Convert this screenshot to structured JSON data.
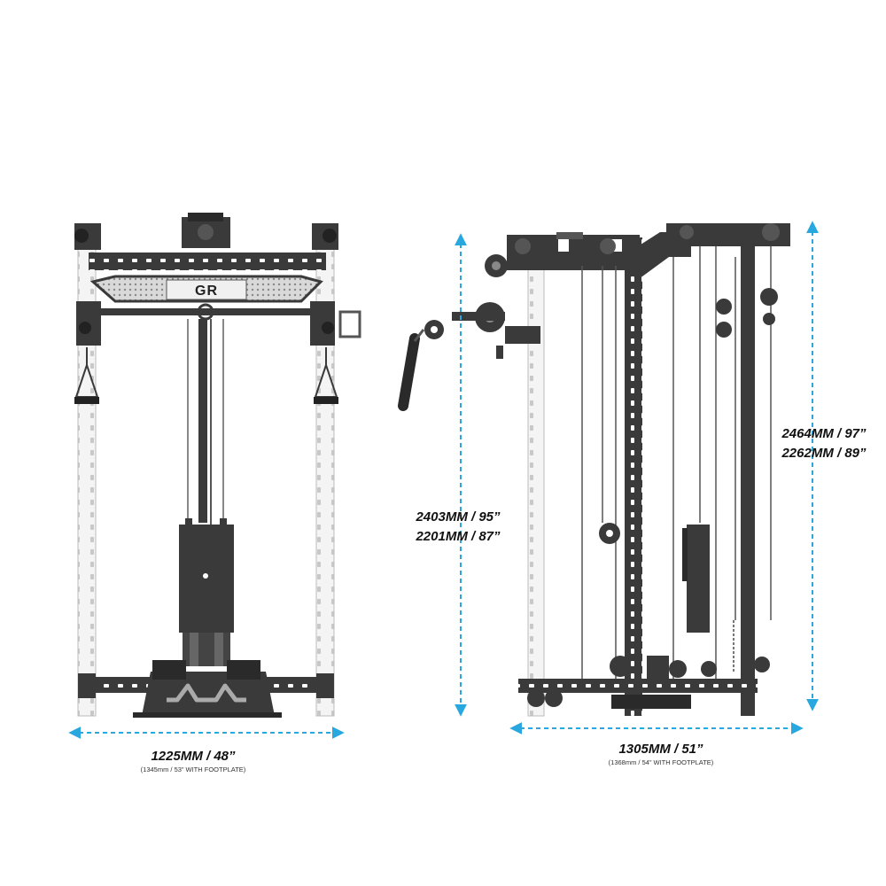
{
  "front_view": {
    "logo": "GR",
    "width_main": "1225MM / 48”",
    "width_sub": "(1345mm / 53” WITH FOOTPLATE)"
  },
  "side_view": {
    "depth_main": "1305MM / 51”",
    "depth_sub": "(1368mm / 54” WITH FOOTPLATE)",
    "height_left_line1": "2403MM / 95”",
    "height_left_line2": "2201MM / 87”",
    "height_right_line1": "2464MM / 97”",
    "height_right_line2": "2262MM / 89”"
  },
  "colors": {
    "frame": "#3a3a3a",
    "upright_light": "#f4f4f4",
    "dimension_line": "#29a8e0",
    "text": "#111111"
  }
}
